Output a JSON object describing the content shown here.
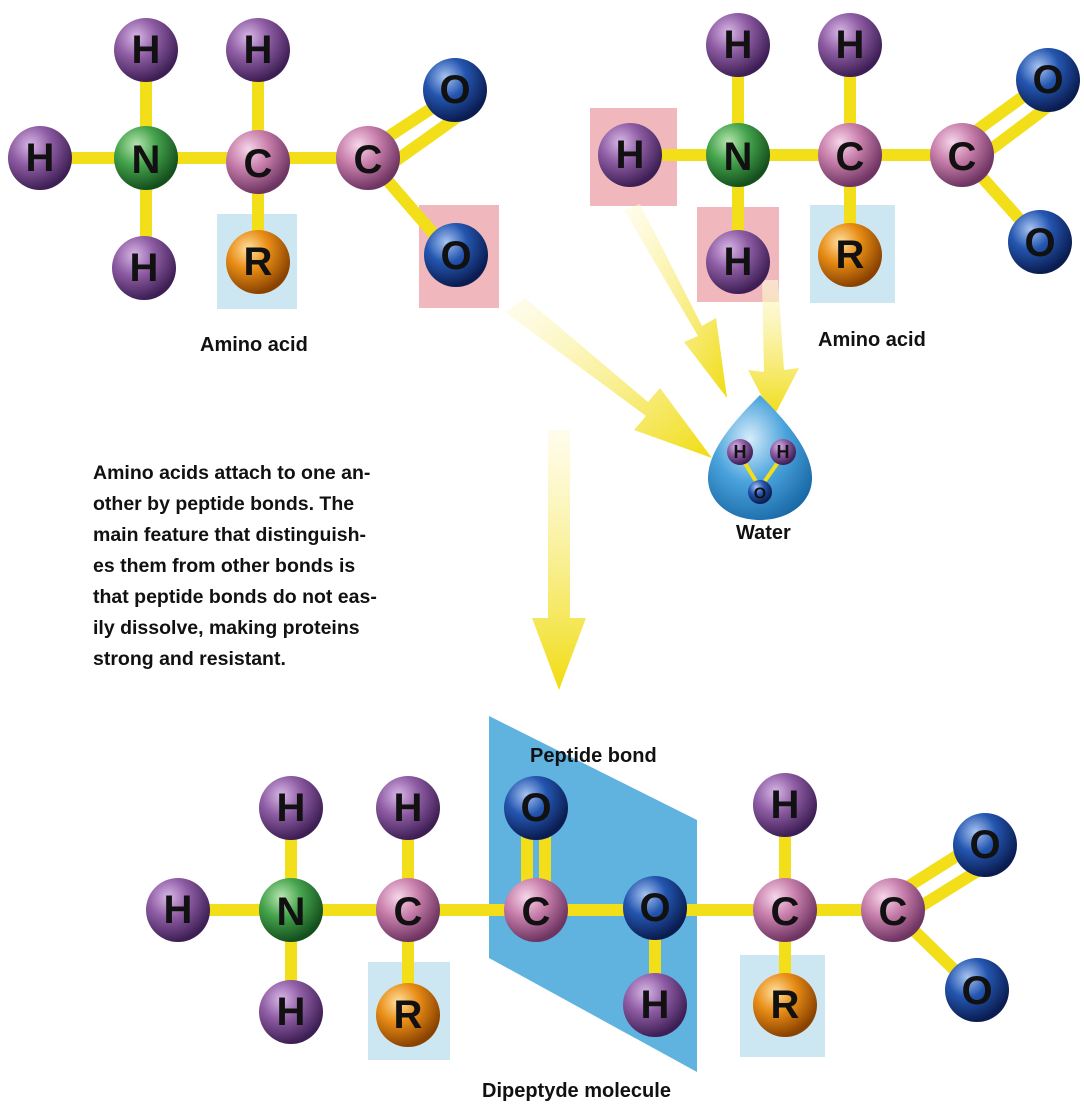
{
  "atoms": {
    "H": "H",
    "N": "N",
    "C": "C",
    "O": "O",
    "R": "R"
  },
  "captions": {
    "amino_acid_left": "Amino acid",
    "amino_acid_right": "Amino acid",
    "water": "Water",
    "peptide_bond": "Peptide bond",
    "dipeptide": "Dipeptyde molecule"
  },
  "description_lines": [
    "Amino acids attach to one an-",
    "other by peptide bonds. The",
    "main feature that distinguish-",
    "es them from other bonds is",
    "that peptide bonds do not eas-",
    "ily dissolve, making proteins",
    "strong and resistant."
  ],
  "colors": {
    "hydrogen": "#8a5a9e",
    "nitrogen": "#3f9a4a",
    "carbon": "#c27aa6",
    "oxygen": "#1f4c9c",
    "r_group": "#e08a12",
    "bond": "#f2df1a",
    "removed_highlight": "#f0b7bd",
    "r_highlight": "#cde7f2",
    "peptide_plane": "#5fb3de",
    "water_drop": "#4aa3dc"
  }
}
